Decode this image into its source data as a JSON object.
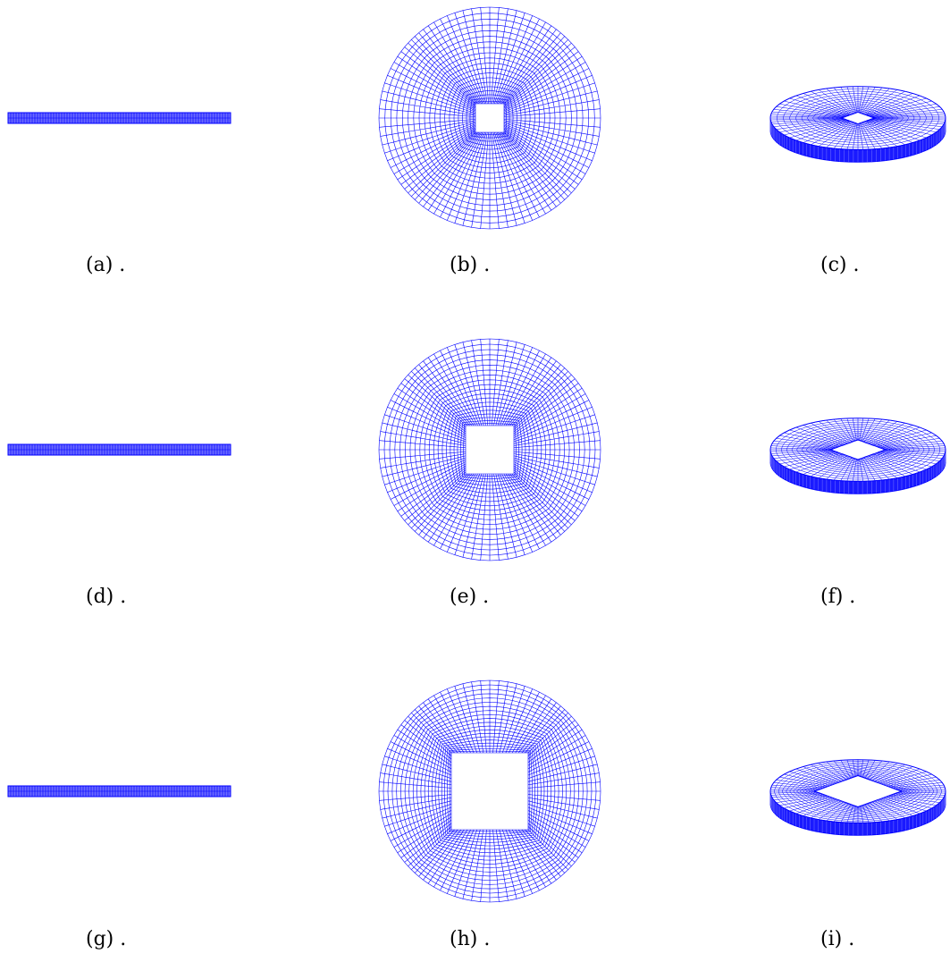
{
  "figure": {
    "mesh_color": "#0000ff",
    "panels": [
      {
        "caption": "(a) .",
        "view": "side",
        "hole_scale": "small"
      },
      {
        "caption": "(b) .",
        "view": "top",
        "hole_scale": "small"
      },
      {
        "caption": "(c) .",
        "view": "isometric",
        "hole_scale": "small"
      },
      {
        "caption": "(d) .",
        "view": "side",
        "hole_scale": "medium"
      },
      {
        "caption": "(e) .",
        "view": "top",
        "hole_scale": "medium"
      },
      {
        "caption": "(f) .",
        "view": "isometric",
        "hole_scale": "medium"
      },
      {
        "caption": "(g) .",
        "view": "side",
        "hole_scale": "large"
      },
      {
        "caption": "(h) .",
        "view": "top",
        "hole_scale": "large"
      },
      {
        "caption": "(i) .",
        "view": "isometric",
        "hole_scale": "large"
      }
    ]
  }
}
